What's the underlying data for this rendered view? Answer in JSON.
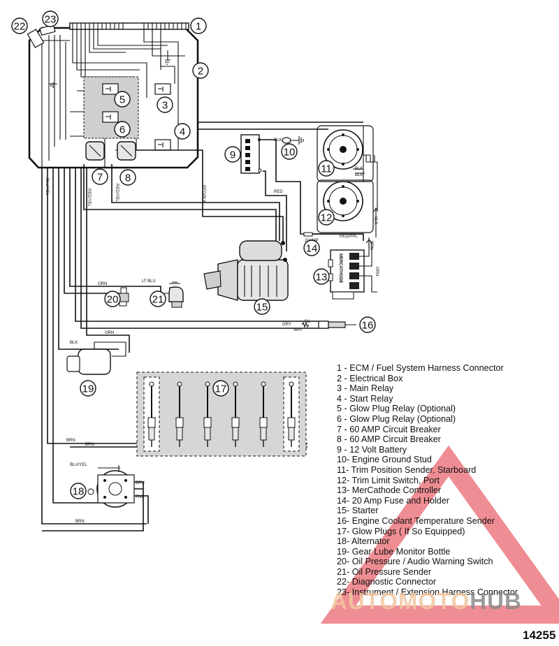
{
  "callouts": [
    {
      "n": "1"
    },
    {
      "n": "2"
    },
    {
      "n": "3"
    },
    {
      "n": "4"
    },
    {
      "n": "5"
    },
    {
      "n": "6"
    },
    {
      "n": "7"
    },
    {
      "n": "8"
    },
    {
      "n": "9"
    },
    {
      "n": "10"
    },
    {
      "n": "11"
    },
    {
      "n": "12"
    },
    {
      "n": "13"
    },
    {
      "n": "14"
    },
    {
      "n": "15"
    },
    {
      "n": "16"
    },
    {
      "n": "17"
    },
    {
      "n": "18"
    },
    {
      "n": "19"
    },
    {
      "n": "20"
    },
    {
      "n": "21"
    },
    {
      "n": "22"
    },
    {
      "n": "23"
    }
  ],
  "wire_labels": {
    "blk_battery": "BLK",
    "red_battery": "RED",
    "red_blk": "RED/BLK",
    "blu_yel_vertical": "BLU/YEL",
    "red_yel_7": "RED/YEL",
    "red_yel_8": "RED/YEL",
    "orn_20": "ORN",
    "lt_blu": "LT BLU",
    "gry": "GRY",
    "wht": "WHT",
    "r1": "R1",
    "orn_19": "ORN",
    "blk_19": "BLK",
    "brn_1": "BRN",
    "brn_2": "BRN",
    "blu_yel_18": "BLU/YEL",
    "brn_18": "BRN",
    "pnk_18": "PNK",
    "brn_bottom": "BRN",
    "red_ppl": "RED/PPL",
    "amp_20": "20AMP",
    "brn_13": "BRN",
    "blk_13": "BLK",
    "orn_13": "ORN",
    "blk_11": "BLK",
    "blk_11b": "BLK",
    "mercathode_label": "MERCATHODE"
  },
  "legend": [
    "1 - ECM / Fuel System Harness Connector",
    "2 - Electrical Box",
    "3 - Main Relay",
    "4 - Start Relay",
    "5 - Glow Plug Relay (Optional)",
    "6 - Glow Plug Relay (Optional)",
    "7 - 60 AMP Circuit Breaker",
    "8 - 60 AMP Circuit Breaker",
    "9 - 12 Volt Battery",
    "10- Engine Ground Stud",
    "11- Trim Position Sender, Starboard",
    "12- Trim Limit Switch, Port",
    "13- MerCathode Controller",
    "14- 20 Amp Fuse and Holder",
    "15- Starter",
    "16- Engine Coolant Temperature Sender",
    "17- Glow Plugs ( If So Equipped)",
    "18- Alternator",
    "19- Gear Lube Monitor Bottle",
    "20- Oil Pressure / Audio Warning Switch",
    "21- Oil Pressure Sender",
    "22- Diagnostic Connector",
    "23- Instrument / Extension Harness Connector"
  ],
  "figure_number": "14255",
  "watermark": {
    "part1": "AUTOMOTO",
    "part2": "HUB"
  },
  "colors": {
    "ink": "#111111",
    "watermark_red": "#e0303a",
    "watermark_gray": "#8a8a8a"
  }
}
